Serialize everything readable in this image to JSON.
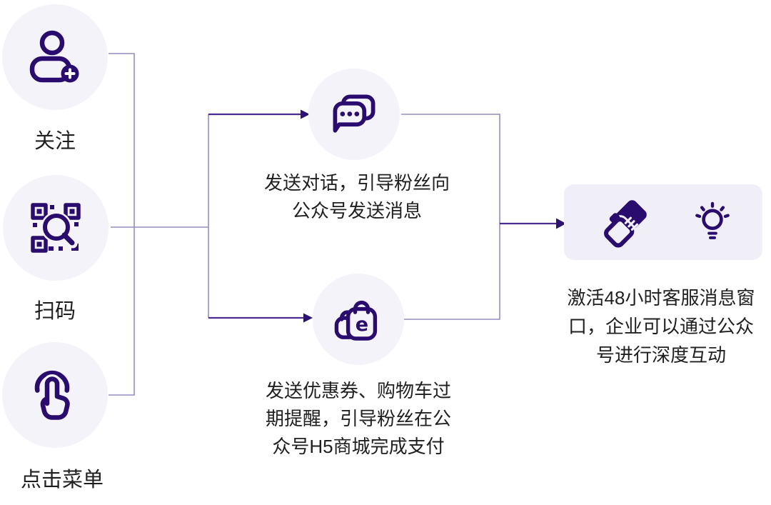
{
  "colors": {
    "icon": "#2a0c6e",
    "connector": "#978bc4",
    "arrow_shaft": "#4a2d8f",
    "arrow_head": "#2b1273",
    "node_bg": "#f4f3f9",
    "panel_bg": "#f0eff7",
    "text": "#1f1f1f"
  },
  "left_column": {
    "items": [
      {
        "id": "follow",
        "icon": "user-add-icon",
        "label": "关注"
      },
      {
        "id": "scan",
        "icon": "qr-scan-icon",
        "label": "扫码"
      },
      {
        "id": "click-menu",
        "icon": "tap-icon",
        "label": "点击菜单"
      }
    ]
  },
  "middle_column": {
    "items": [
      {
        "id": "send-dialog",
        "icon": "chat-bubbles-icon",
        "text": "发送对话，引导粉丝向\n公众号发送消息"
      },
      {
        "id": "send-coupon",
        "icon": "shopping-bags-icon",
        "badge_letter": "e",
        "text": "发送优惠券、购物车过\n期提醒，引导粉丝在公\n众号H5商城完成支付"
      }
    ]
  },
  "right_panel": {
    "icons": [
      "handshake-icon",
      "lightbulb-icon"
    ],
    "text": "激活48小时客服消息窗\n口，企业可以通过公众\n号进行深度互动"
  }
}
